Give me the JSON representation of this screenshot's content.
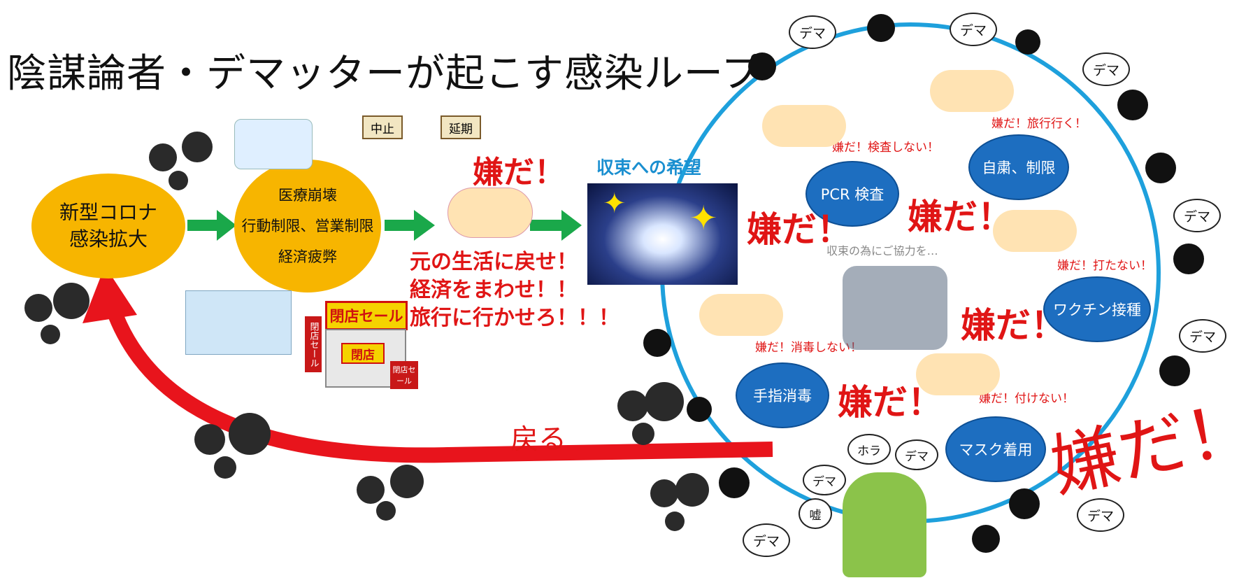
{
  "title": "陰謀論者・デマッターが起こす感染ループ",
  "nodes": {
    "spread": [
      "新型コロナ",
      "感染拡大"
    ],
    "collapse": [
      "医療崩壊",
      "行動制限、営業制限",
      "経済疲弊"
    ]
  },
  "signs": {
    "stop": "中止",
    "postpone": "延期"
  },
  "shop": {
    "sale": "閉店セール",
    "closed": "閉店",
    "banner_vertical": "閉店セール",
    "side_sign": "閉店セール"
  },
  "first_iya": "嫌だ！",
  "slogans": [
    "元の生活に戻せ！",
    "経済をまわせ！！",
    "旅行に行かせろ！！！"
  ],
  "hope_label": "収束への希望",
  "return_label": "戻る",
  "circle": {
    "measures": {
      "pcr": "PCR 検査",
      "selfrestraint": "自粛、制限",
      "vaccine": "ワクチン接種",
      "hands": "手指消毒",
      "mask": "マスク着用"
    },
    "refusals": {
      "pcr": "嫌だ！検査しない！",
      "travel": "嫌だ！旅行行く！",
      "vaccine": "嫌だ！打たない！",
      "disinfect": "嫌だ！消毒しない！",
      "mask": "嫌だ！付けない！"
    },
    "big_iya": "嫌だ！",
    "request": "収束の為にご協力を…"
  },
  "giant_iya": "嫌だ！",
  "bubbles": {
    "dema": "デマ",
    "hora": "ホラ",
    "uso": "嘘"
  },
  "colors": {
    "arrow_green": "#1aa84a",
    "arrow_red": "#e8141c",
    "circle_blue": "#1ea0dc",
    "node_yellow": "#f7b500",
    "measure_blue": "#1d6ec0",
    "text_red": "#e01515"
  }
}
